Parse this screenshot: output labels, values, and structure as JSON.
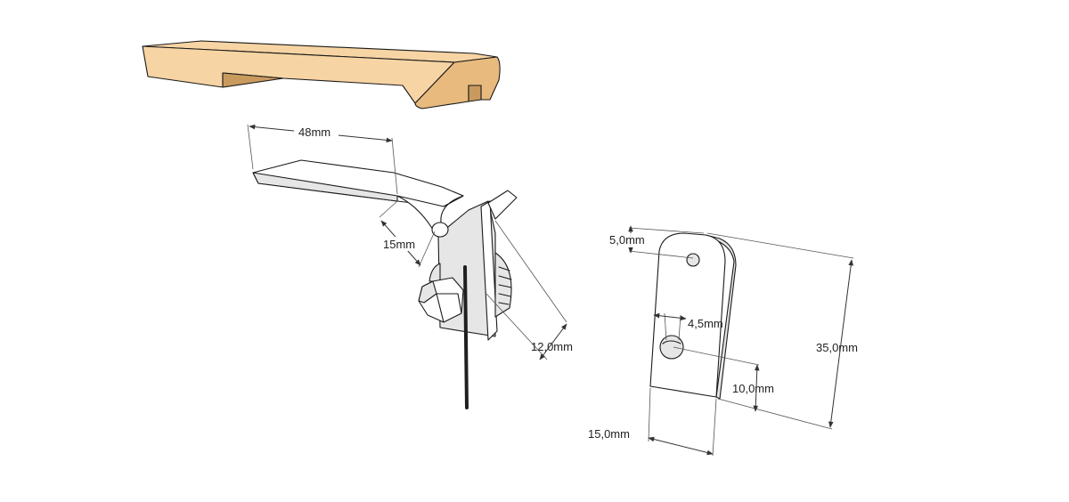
{
  "colors": {
    "wood_top": "#f7d4a3",
    "wood_side": "#e8ba7e",
    "wood_dark": "#c99a5e",
    "metal_light": "#ffffff",
    "metal_mid": "#e6e6e6",
    "metal_dark": "#bdbdbd",
    "edge": "#1a1a1a",
    "pin": "#1f1f1f"
  },
  "icons": {
    "wood_block": "wooden-lever-block",
    "hinge": "sheet-metal-hinge",
    "bolt": "hex-bolt",
    "knob": "knurled-knob",
    "pin": "steel-pin",
    "plate": "flat-plate-with-holes"
  },
  "dimensions": {
    "hinge_length": "48mm",
    "hinge_offset": "15mm",
    "hinge_width": "12,0mm",
    "plate_top_hole": "5,0mm",
    "plate_hole_dia": "4,5mm",
    "plate_height": "35,0mm",
    "plate_bottom_hole": "10,0mm",
    "plate_width": "15,0mm"
  }
}
